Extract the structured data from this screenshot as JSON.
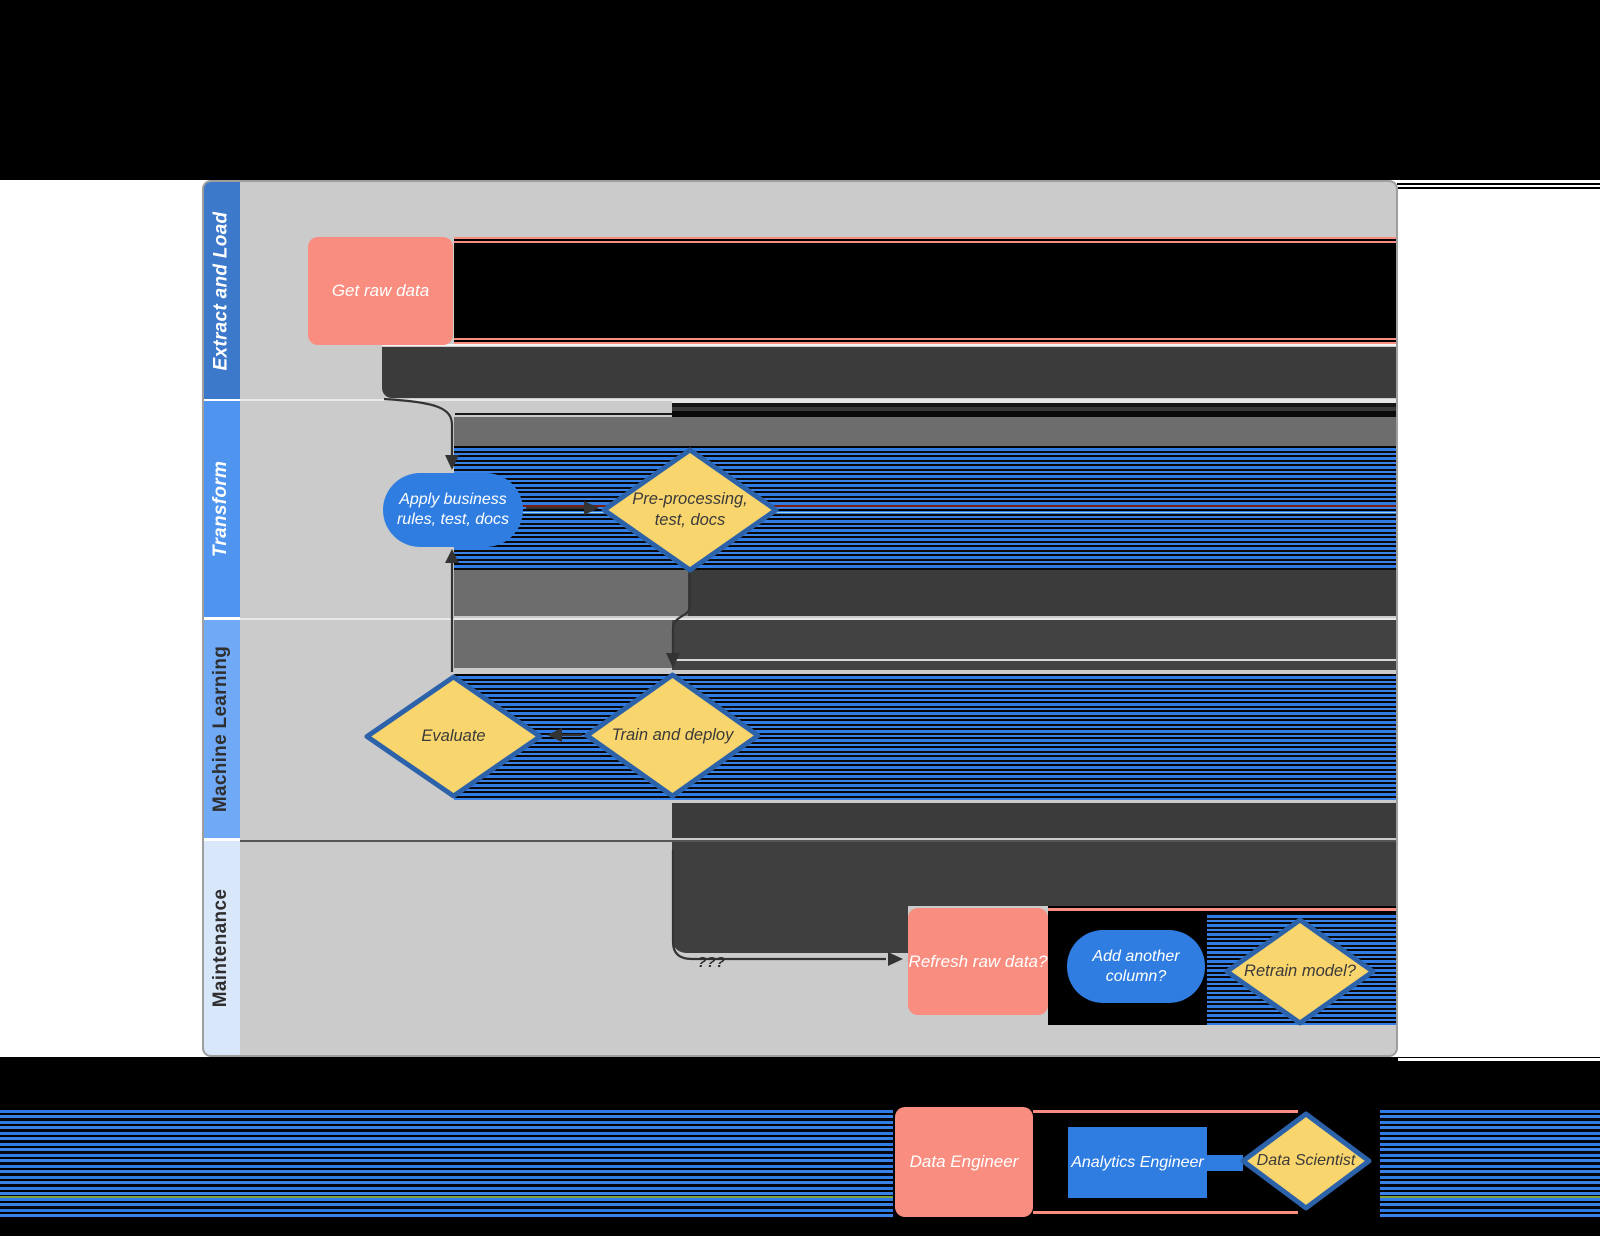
{
  "lanes": [
    {
      "label": "Extract and Load"
    },
    {
      "label": "Transform"
    },
    {
      "label": "Machine Learning"
    },
    {
      "label": "Maintenance"
    }
  ],
  "nodes": {
    "get_raw_data": {
      "label": "Get raw data",
      "type": "process"
    },
    "apply_rules": {
      "label": "Apply business rules, test, docs",
      "type": "terminator"
    },
    "preprocessing": {
      "label": "Pre-processing, test, docs",
      "type": "decision"
    },
    "evaluate": {
      "label": "Evaluate",
      "type": "decision"
    },
    "train_deploy": {
      "label": "Train and deploy",
      "type": "decision"
    },
    "refresh_raw": {
      "label": "Refresh raw data?",
      "type": "process"
    },
    "add_column": {
      "label": "Add another column?",
      "type": "terminator"
    },
    "retrain": {
      "label": "Retrain model?",
      "type": "decision"
    }
  },
  "edges": {
    "train_to_refresh_label": "???"
  },
  "legend": {
    "data_engineer": "Data Engineer",
    "analytics_engineer": "Analytics Engineer",
    "data_scientist": "Data Scientist"
  },
  "colors": {
    "process_fill": "#F98D7F",
    "terminator_fill": "#2F7DE1",
    "decision_fill": "#F9D56D",
    "decision_border": "#2B62AA",
    "lane_bg": "#CBCBCB",
    "lane1_bar": "#3C79CA",
    "lane2_bar": "#4F95EF",
    "lane3_bar": "#70A9F5",
    "lane4_bar": "#D9E7FB",
    "glitch_charcoal": "#3B3B3B",
    "glitch_medium_gray": "#6D6D6D",
    "glitch_stripe_blue": "#2E7CE4"
  }
}
